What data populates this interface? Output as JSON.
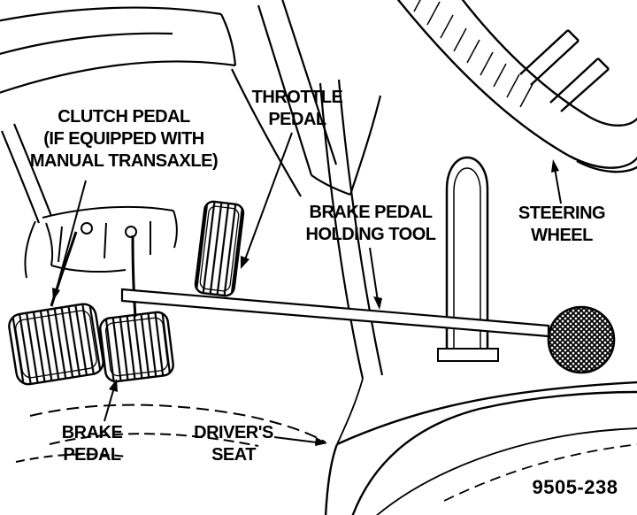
{
  "figure": {
    "number": "9505-238",
    "description": "Brake pedal holding tool installation diagram"
  },
  "labels": {
    "clutch": {
      "line1": "CLUTCH PEDAL",
      "line2": "(IF EQUIPPED WITH",
      "line3": "MANUAL TRANSAXLE)"
    },
    "throttle": {
      "line1": "THROTTLE",
      "line2": "PEDAL"
    },
    "holding_tool": {
      "line1": "BRAKE PEDAL",
      "line2": "HOLDING TOOL"
    },
    "steering": {
      "line1": "STEERING",
      "line2": "WHEEL"
    },
    "brake": {
      "line1": "BRAKE",
      "line2": "PEDAL"
    },
    "seat": {
      "line1": "DRIVER'S",
      "line2": "SEAT"
    }
  },
  "colors": {
    "ink": "#000000",
    "paper": "#ffffff"
  }
}
